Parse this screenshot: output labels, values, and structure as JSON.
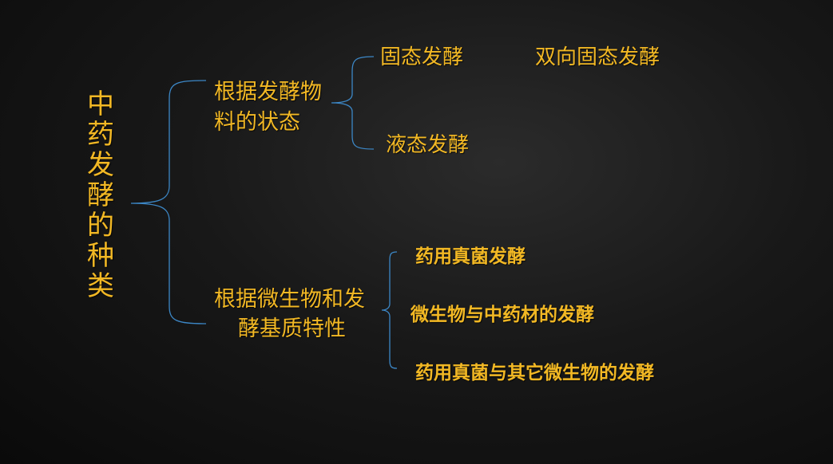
{
  "title": "中药发酵的种类",
  "branches": [
    {
      "label": "根据发酵物料的状态",
      "label_line1": "根据发酵物",
      "label_line2": "料的状态",
      "children": [
        {
          "label": "固态发酵",
          "extra": "双向固态发酵"
        },
        {
          "label": "液态发酵"
        }
      ]
    },
    {
      "label": "根据微生物和发酵基质特性",
      "label_line1": "根据微生物和发",
      "label_line2": "酵基质特性",
      "children": [
        {
          "label": "药用真菌发酵"
        },
        {
          "label": "微生物与中药材的发酵"
        },
        {
          "label": "药用真菌与其它微生物的发酵"
        }
      ]
    }
  ],
  "colors": {
    "text": "#f2b824",
    "bracket": "#3c87c6",
    "background": "#151515"
  }
}
